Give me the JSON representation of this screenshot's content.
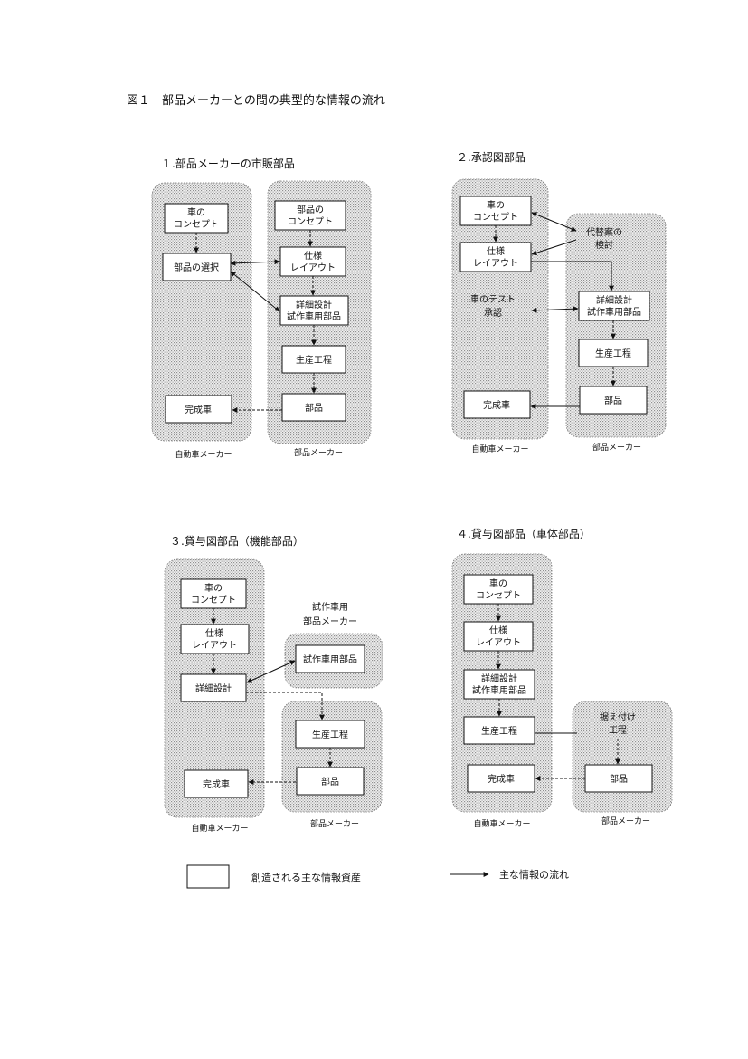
{
  "figure_title": "図１　部品メーカーとの間の典型的な情報の流れ",
  "panels": [
    {
      "title": "１.部品メーカーの市販部品",
      "columns": [
        "自動車メーカー",
        "部品メーカー"
      ],
      "boxes": [
        {
          "lines": [
            "車の",
            "コンセプト"
          ]
        },
        {
          "lines": [
            "部品の選択"
          ]
        },
        {
          "lines": [
            "完成車"
          ]
        },
        {
          "lines": [
            "部品の",
            "コンセプト"
          ]
        },
        {
          "lines": [
            "仕様",
            "レイアウト"
          ]
        },
        {
          "lines": [
            "詳細設計",
            "試作車用部品"
          ]
        },
        {
          "lines": [
            "生産工程"
          ]
        },
        {
          "lines": [
            "部品"
          ]
        }
      ]
    },
    {
      "title": "２.承認図部品",
      "columns": [
        "自動車メーカー",
        "部品メーカー"
      ],
      "boxes": [
        {
          "lines": [
            "車の",
            "コンセプト"
          ]
        },
        {
          "lines": [
            "仕様",
            "レイアウト"
          ]
        },
        {
          "lines": [
            "完成車"
          ]
        },
        {
          "lines": [
            "詳細設計",
            "試作車用部品"
          ]
        },
        {
          "lines": [
            "生産工程"
          ]
        },
        {
          "lines": [
            "部品"
          ]
        }
      ],
      "free_labels": [
        {
          "lines": [
            "車のテスト",
            "承認"
          ]
        },
        {
          "lines": [
            "代替案の",
            "検討"
          ]
        }
      ]
    },
    {
      "title": "３.貸与図部品（機能部品）",
      "columns": [
        "自動車メーカー",
        "部品メーカー",
        "試作車用",
        "部品メーカー"
      ],
      "boxes": [
        {
          "lines": [
            "車の",
            "コンセプト"
          ]
        },
        {
          "lines": [
            "仕様",
            "レイアウト"
          ]
        },
        {
          "lines": [
            "詳細設計"
          ]
        },
        {
          "lines": [
            "完成車"
          ]
        },
        {
          "lines": [
            "試作車用部品"
          ]
        },
        {
          "lines": [
            "生産工程"
          ]
        },
        {
          "lines": [
            "部品"
          ]
        }
      ]
    },
    {
      "title": "４.貸与図部品（車体部品）",
      "columns": [
        "自動車メーカー",
        "部品メーカー"
      ],
      "boxes": [
        {
          "lines": [
            "車の",
            "コンセプト"
          ]
        },
        {
          "lines": [
            "仕様",
            "レイアウト"
          ]
        },
        {
          "lines": [
            "詳細設計",
            "試作車用部品"
          ]
        },
        {
          "lines": [
            "生産工程"
          ]
        },
        {
          "lines": [
            "完成車"
          ]
        },
        {
          "lines": [
            "部品"
          ]
        }
      ],
      "free_labels": [
        {
          "lines": [
            "据え付け",
            "工程"
          ]
        }
      ]
    }
  ],
  "legend": {
    "box_label": "創造される主な情報資産",
    "arrow_label": "主な情報の流れ"
  }
}
